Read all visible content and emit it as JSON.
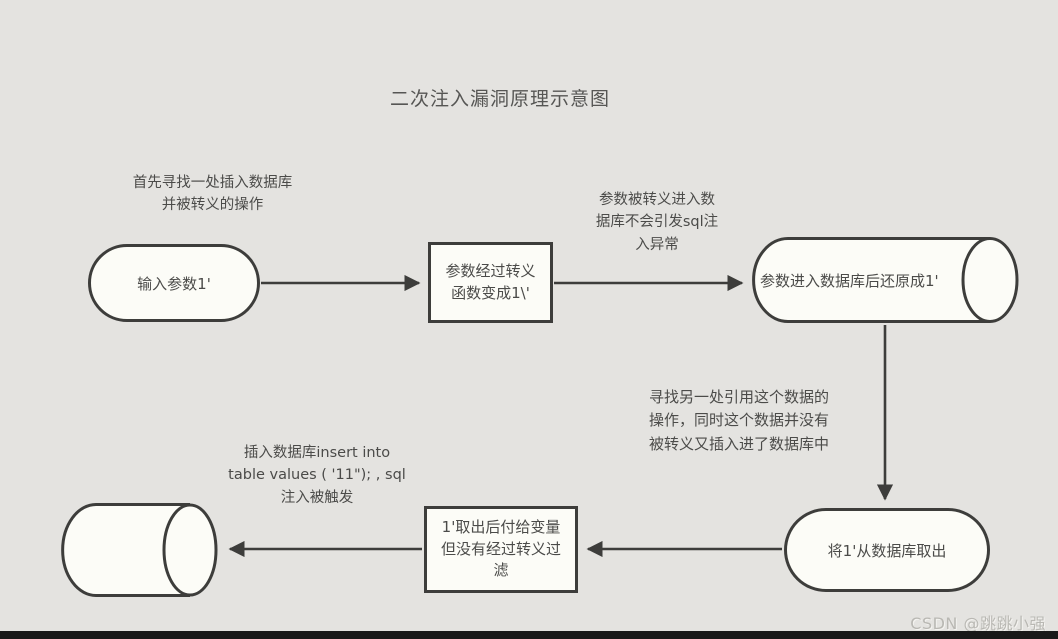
{
  "title": "二次注入漏洞原理示意图",
  "nodes": {
    "input_param": {
      "label": "输入参数1'",
      "shape": "stadium"
    },
    "escape_box": {
      "label": "参数经过转义\n函数变成1\\'",
      "shape": "rect"
    },
    "db_store": {
      "label": "参数进入数据库后还原成1'",
      "shape": "cylinder"
    },
    "fetch_out": {
      "label": "将1'从数据库取出",
      "shape": "stadium"
    },
    "assign_box": {
      "label": "1'取出后付给变量\n但没有经过转义过\n滤",
      "shape": "rect"
    },
    "db_second": {
      "label": "",
      "shape": "cylinder"
    }
  },
  "annotations": {
    "find_insert": "首先寻找一处插入数据库\n并被转义的操作",
    "escaped_no_error": "参数被转义进入数\n据库不会引发sql注\n入异常",
    "find_reference": "寻找另一处引用这个数据的\n操作，同时这个数据并没有\n被转义又插入进了数据库中",
    "insert_triggered": "插入数据库insert into\ntable values ( '11\"); , sql\n注入被触发"
  },
  "edges": [
    {
      "from": "input_param",
      "to": "escape_box",
      "direction": "right"
    },
    {
      "from": "escape_box",
      "to": "db_store",
      "direction": "right"
    },
    {
      "from": "db_store",
      "to": "fetch_out",
      "direction": "down"
    },
    {
      "from": "fetch_out",
      "to": "assign_box",
      "direction": "left"
    },
    {
      "from": "assign_box",
      "to": "db_second",
      "direction": "left"
    }
  ],
  "watermark": "CSDN @跳跳小强",
  "colors": {
    "background": "#e4e3e0",
    "shape_fill": "#fcfcf7",
    "stroke": "#3d3d3b",
    "text": "#4b4b49",
    "watermark": "#b9b8b3",
    "bottom_bar": "#191919"
  }
}
